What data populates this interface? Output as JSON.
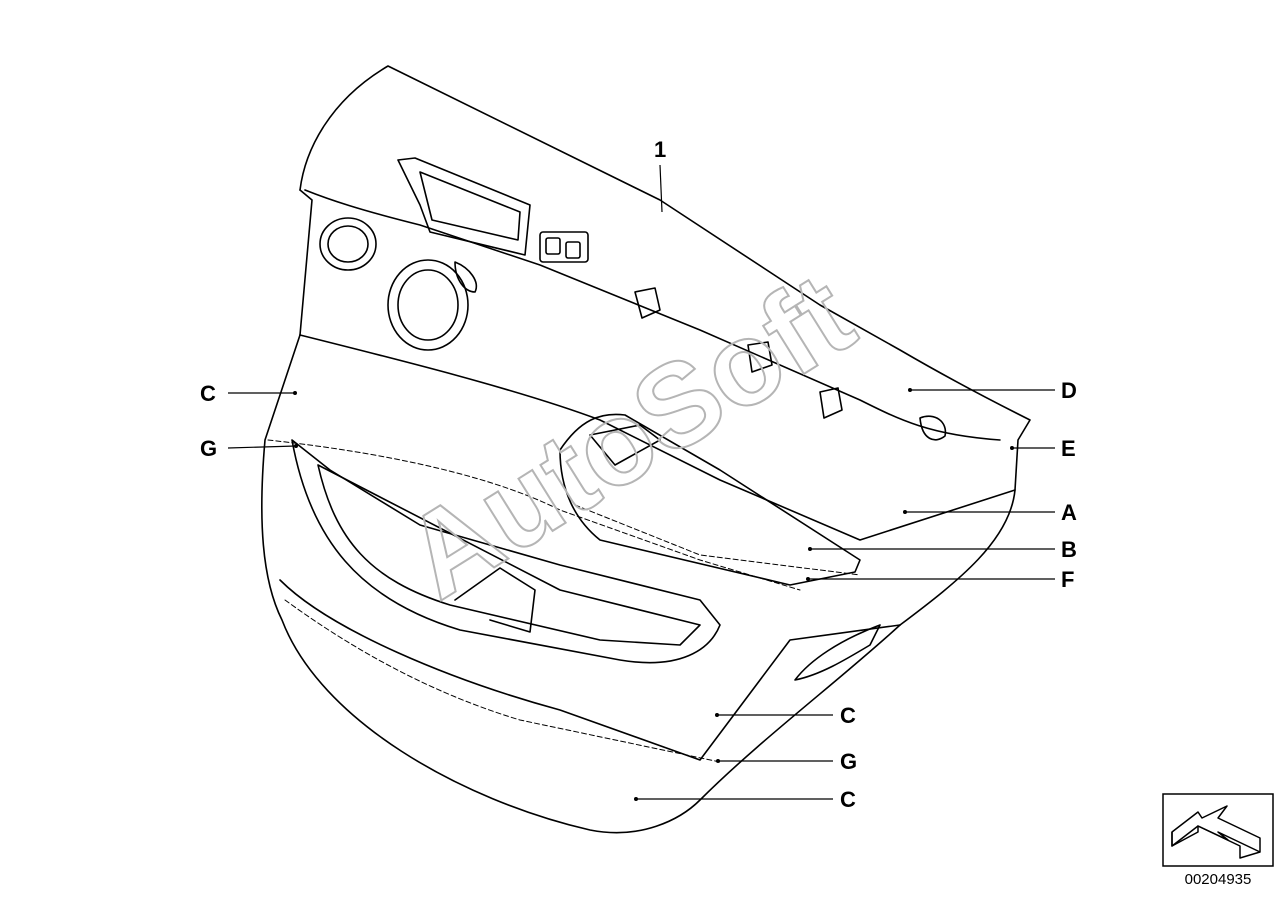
{
  "callouts": {
    "c1": "1",
    "c_left": "C",
    "g_left": "G",
    "d": "D",
    "e": "E",
    "a": "A",
    "b": "B",
    "f": "F",
    "c_mid": "C",
    "g_bottom": "G",
    "c_bottom": "C"
  },
  "watermark": "AutoSoft",
  "document_number": "00204935",
  "icon": "navigation-arrow-icon"
}
